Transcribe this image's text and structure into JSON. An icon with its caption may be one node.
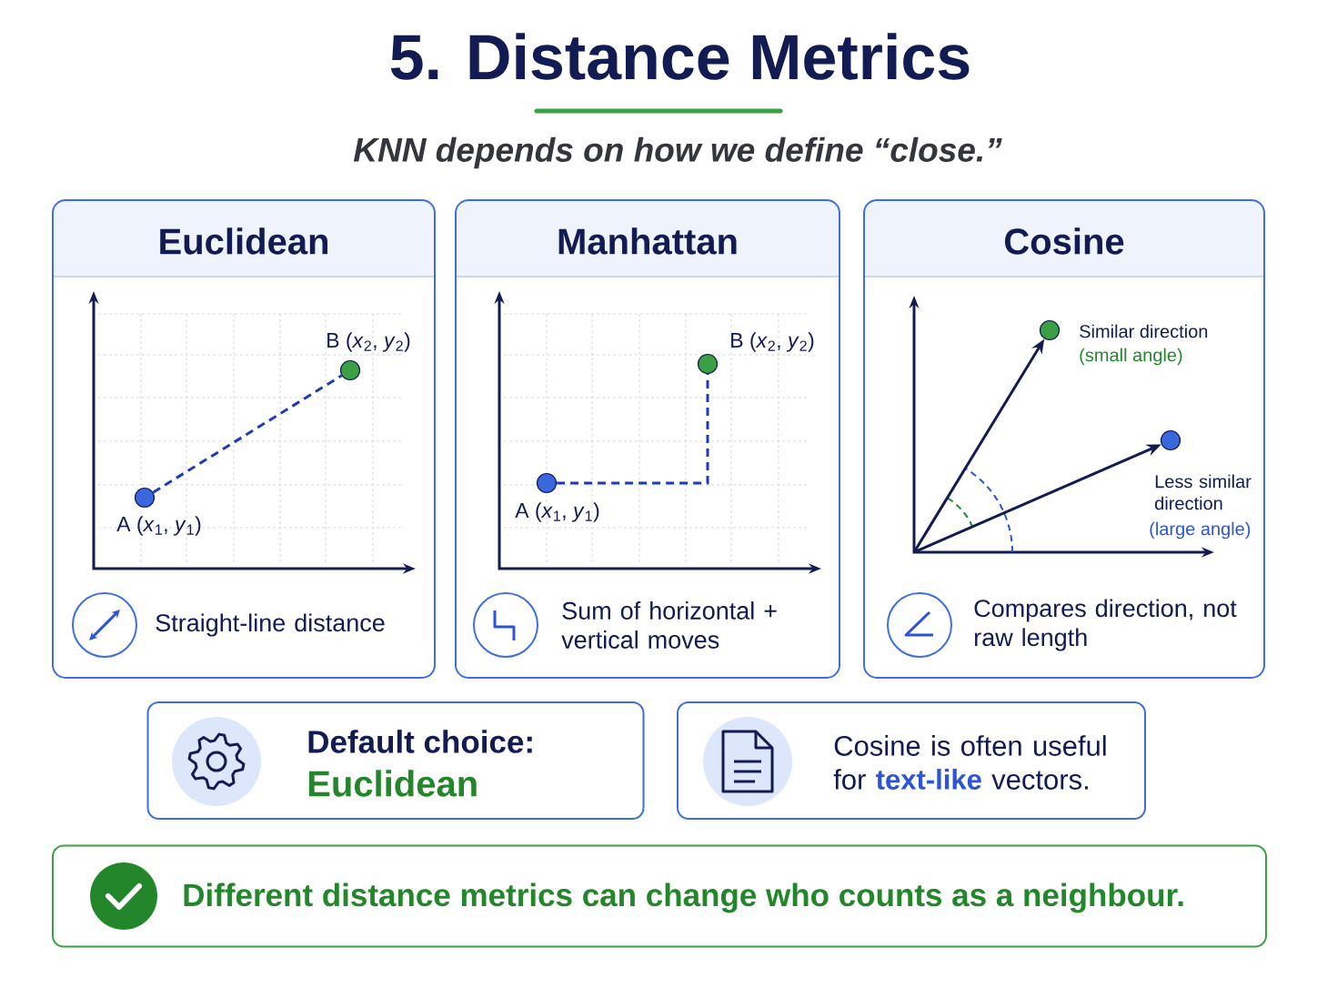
{
  "diagram": {
    "title": "5. Distance Metrics",
    "nodes": [
      {
        "text": [
          "Euclidean",
          "Straight-line distance"
        ]
      },
      {
        "text": [],
        "shape": "circle",
        "in": 0,
        "beside": [
          "A (*x*$_{1}$, *y*$_{1}$)"
        ]
      },
      {
        "text": [],
        "shape": "circle",
        "in": 0,
        "beside": [
          "B (*x*$_{2}$, *y*$_{2}$)"
        ]
      },
      {
        "text": [
          "Manhattan",
          "Sum of horizontal + vertical moves"
        ]
      },
      {
        "text": [],
        "shape": "circle",
        "in": 3,
        "beside": [
          "A (*x*$_{1}$, *y*$_{1}$)"
        ]
      },
      {
        "text": [],
        "shape": "circle",
        "in": 3,
        "beside": [
          "B (*x*$_{2}$, *y*$_{2}$)"
        ]
      },
      {
        "text": [
          "Cosine",
          "Compares direction, not raw length"
        ]
      },
      {
        "text": [],
        "shape": "circle",
        "in": 6,
        "beside": [
          "Similar direction",
          "(small angle)"
        ]
      },
      {
        "text": [],
        "shape": "circle",
        "in": 6,
        "beside": [
          "Less similar direction",
          "(large angle)"
        ]
      },
      {
        "text": [
          "Default choice:",
          "Euclidean"
        ]
      },
      {
        "text": [
          "Cosine is often useful for **text-like** vectors."
        ]
      },
      {
        "text": [
          "Different distance metrics can change who counts as a neighbour."
        ]
      }
    ],
    "edges": [
      {
        "from": 1,
        "to": 2,
        "arrow": "none",
        "style": "dashed",
        "color": "#1f3bb3"
      },
      {
        "from": 4,
        "to": 5,
        "arrow": "none",
        "style": "dashed",
        "color": "#1f3bb3"
      },
      {
        "from": null,
        "to": 7,
        "arrow": "to",
        "color": "#121c52"
      },
      {
        "from": null,
        "to": 8,
        "arrow": "to",
        "color": "#121c52"
      }
    ],
    "labels": [
      "KNN depends on how we define “close.”"
    ]
  }
}
